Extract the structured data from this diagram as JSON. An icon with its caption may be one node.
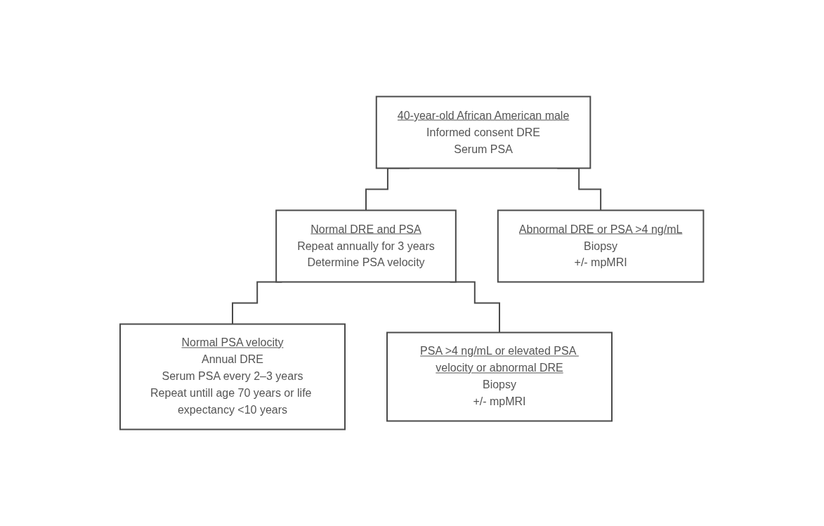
{
  "diagram": {
    "nodes": [
      {
        "text": [
          "40-year-old African American male",
          "Informed consent DRE",
          "Serum PSA"
        ]
      },
      {
        "text": [
          "Normal DRE and PSA",
          "Repeat annually for 3 years",
          "Determine PSA velocity"
        ]
      },
      {
        "text": [
          "Abnormal DRE or PSA >4 ng/mL",
          "Biopsy",
          "+/- mpMRI"
        ]
      },
      {
        "text": [
          "Normal PSA velocity",
          "Annual DRE",
          "Serum PSA every 2–3 years",
          "Repeat untill age 70 years or life expectancy <10 years"
        ]
      },
      {
        "text": [
          "PSA >4 ng/mL or elevated PSA velocity or abnormal DRE",
          "Biopsy",
          "+/- mpMRI"
        ]
      }
    ],
    "edges": [
      {
        "from": 0,
        "to": 1,
        "arrow": "none"
      },
      {
        "from": 0,
        "to": 2,
        "arrow": "none"
      },
      {
        "from": 1,
        "to": 3,
        "arrow": "none"
      },
      {
        "from": 1,
        "to": 4,
        "arrow": "none"
      }
    ]
  }
}
